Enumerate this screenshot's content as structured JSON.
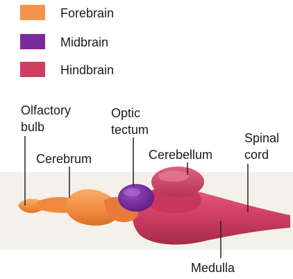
{
  "legend": {
    "items": [
      {
        "label": "Forebrain",
        "color": "#f4934a"
      },
      {
        "label": "Midbrain",
        "color": "#7a2a9c"
      },
      {
        "label": "Hindbrain",
        "color": "#cf3d61"
      }
    ]
  },
  "labels": {
    "olfactory_line1": "Olfactory",
    "olfactory_line2": "bulb",
    "cerebrum": "Cerebrum",
    "optic_line1": "Optic",
    "optic_line2": "tectum",
    "cerebellum": "Cerebellum",
    "spinal_line1": "Spinal",
    "spinal_line2": "cord",
    "medulla": "Medulla"
  },
  "colors": {
    "background_band": "#f4f1ea",
    "forebrain": "#f4934a",
    "midbrain": "#7a2a9c",
    "hindbrain": "#cf3d61",
    "leader_lines": "#222222"
  }
}
